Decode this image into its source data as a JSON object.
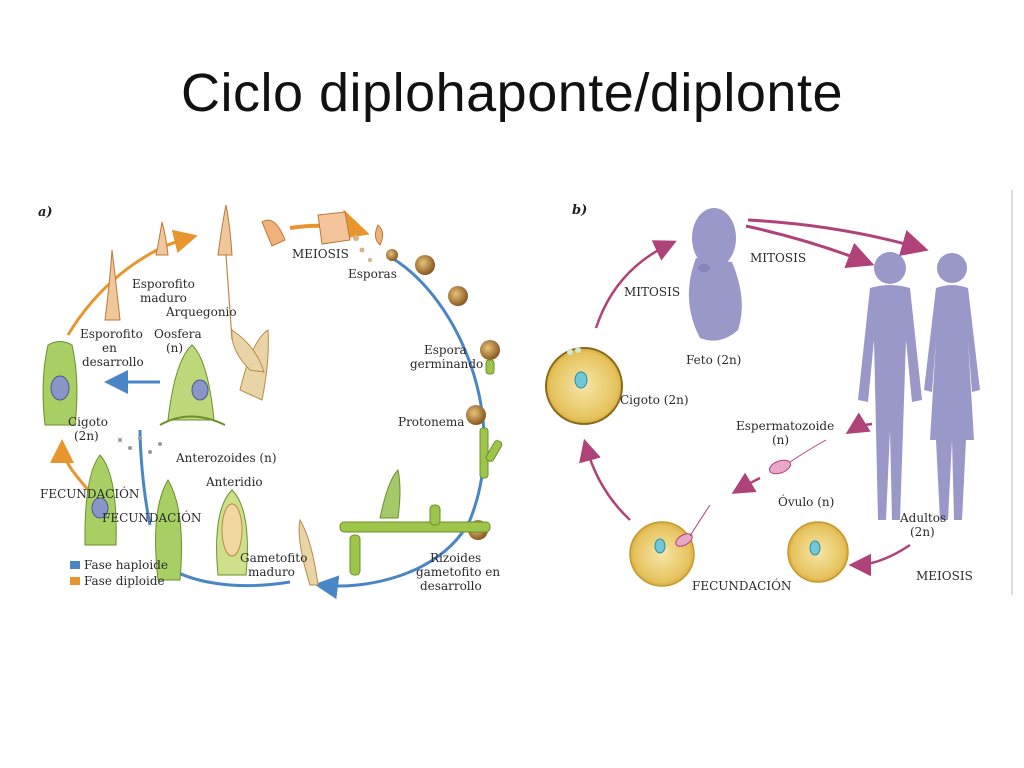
{
  "title": "Ciclo diplohaponte/diplonte",
  "panel_a": {
    "tag": "a)",
    "labels": {
      "meiosis": "MEIOSIS",
      "esporas": "Esporas",
      "esporofito_maduro_1": "Esporofito",
      "esporofito_maduro_2": "maduro",
      "arquegonio": "Arquegonio",
      "esporofito_des_1": "Esporofito",
      "esporofito_des_2": "en",
      "esporofito_des_3": "desarrollo",
      "oosfera_1": "Oosfera",
      "oosfera_2": "(n)",
      "espora_germ_1": "Espora",
      "espora_germ_2": "germinando",
      "cigoto_1": "Cigoto",
      "cigoto_2": "(2n)",
      "protonema": "Protonema",
      "anterozoides": "Anterozoides (n)",
      "fecundacion_1": "FECUNDACIÓN",
      "anteridio": "Anteridio",
      "fecundacion_2": "FECUNDACIÓN",
      "gametofito_1": "Gametofito",
      "gametofito_2": "maduro",
      "rizoides_1": "Rizoides",
      "rizoides_2": "gametofito en",
      "rizoides_3": "desarrollo"
    },
    "legend": [
      {
        "label": "Fase haploide",
        "color": "#4a86c5"
      },
      {
        "label": "Fase diploide",
        "color": "#e8952e"
      }
    ]
  },
  "panel_b": {
    "tag": "b)",
    "labels": {
      "mitosis_1": "MITOSIS",
      "mitosis_2": "MITOSIS",
      "feto": "Feto (2n)",
      "cigoto": "Cigoto (2n)",
      "espermatozoide_1": "Espermatozoide",
      "espermatozoide_2": "(n)",
      "ovulo": "Óvulo (n)",
      "adultos_1": "Adultos",
      "adultos_2": "(2n)",
      "fecundacion": "FECUNDACIÓN",
      "meiosis": "MEIOSIS"
    }
  },
  "colors": {
    "haploid_blue": "#4a86c5",
    "diploid_orange": "#e8952e",
    "arrow_magenta": "#b0427a",
    "human_lavender": "#9a98c8",
    "cell_yellow": "#e8c860",
    "moss_green": "#9cc54a"
  }
}
